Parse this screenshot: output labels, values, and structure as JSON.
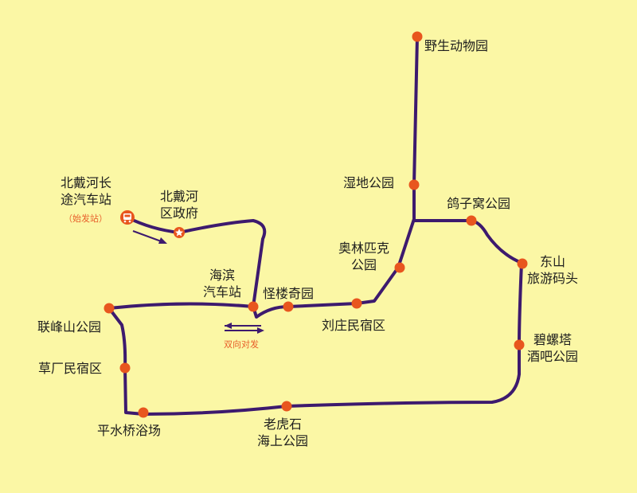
{
  "route": {
    "line_color": "#3d1a6e",
    "stop_color": "#e8561e",
    "start_stop": {
      "name_line1": "北戴河长",
      "name_line2": "途汽车站",
      "note": "（始发站）",
      "icon": "bus-icon"
    },
    "stops": [
      {
        "id": "beidaihe-gov",
        "line1": "北戴河",
        "line2": "区政府",
        "icon": "star-icon"
      },
      {
        "id": "haibin",
        "line1": "海滨",
        "line2": "汽车站"
      },
      {
        "id": "guailouqi",
        "line1": "怪楼奇园"
      },
      {
        "id": "liuzhuang",
        "line1": "刘庄民宿区"
      },
      {
        "id": "olympic",
        "line1": "奥林匹克",
        "line2": "公园"
      },
      {
        "id": "wetland",
        "line1": "湿地公园"
      },
      {
        "id": "zoo",
        "line1": "野生动物园"
      },
      {
        "id": "gezi",
        "line1": "鸽子窝公园"
      },
      {
        "id": "dongshan",
        "line1": "东山",
        "line2": "旅游码头"
      },
      {
        "id": "biluota",
        "line1": "碧螺塔",
        "line2": "酒吧公园"
      },
      {
        "id": "laohushi",
        "line1": "老虎石",
        "line2": "海上公园"
      },
      {
        "id": "pingshuiqiao",
        "line1": "平水桥浴场"
      },
      {
        "id": "caochang",
        "line1": "草厂民宿区"
      },
      {
        "id": "lianfengshan",
        "line1": "联峰山公园"
      }
    ],
    "bidirectional_note": "双向对发"
  }
}
